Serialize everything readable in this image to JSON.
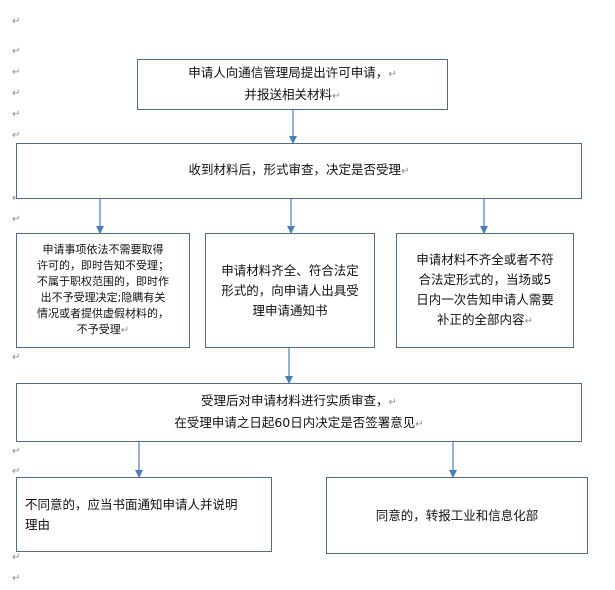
{
  "paragraph_mark": "↵",
  "nodes": {
    "apply": {
      "lines": [
        "申请人向通信管理局提出许可申请，",
        "并报送相关材料"
      ]
    },
    "receive": {
      "lines": [
        "收到材料后，形式审查，决定是否受理"
      ]
    },
    "reject_immediate": {
      "lines": [
        "申请事项依法不需要取得",
        "许可的，即时告知不受理；",
        "不属于职权范围的，即时作",
        "出不予受理决定;隐瞒有关",
        "情况或者提供虚假材料的，",
        "不予受理"
      ]
    },
    "accept_notice": {
      "lines": [
        "申请材料齐全、符合法定",
        "形式的，向申请人出具受",
        "理申请通知书"
      ]
    },
    "supplement": {
      "lines": [
        "申请材料不齐全或者不符",
        "合法定形式的，当场或5",
        "日内一次告知申请人需要",
        "补正的全部内容"
      ]
    },
    "substantive_review": {
      "lines": [
        "受理后对申请材料进行实质审查，",
        "在受理申请之日起60日内决定是否签署意见"
      ]
    },
    "disagree": {
      "lines": [
        "不同意的，应当书面通知申请人并说明",
        "理由"
      ]
    },
    "agree": {
      "lines": [
        "同意的，转报工业和信息化部"
      ]
    }
  }
}
